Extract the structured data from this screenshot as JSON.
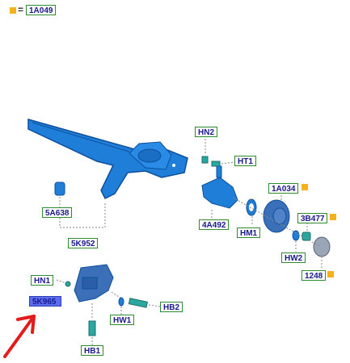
{
  "header": {
    "part_number": "1A049",
    "flag_color": "#f2b21b",
    "eq_sign": "="
  },
  "parts": {
    "hn2": "HN2",
    "ht1": "HT1",
    "a5a638": "5A638",
    "k5952": "5K952",
    "a4492": "4A492",
    "hm1": "HM1",
    "a1034": "1A034",
    "b3477": "3B477",
    "hw2": "HW2",
    "p1248": "1248",
    "hn1": "HN1",
    "k5965": "5K965",
    "hw1": "HW1",
    "hb2": "HB2",
    "hb1": "HB1"
  },
  "colors": {
    "axle": "#1f7fd8",
    "axle_dark": "#0e4f9c",
    "hub": "#3b6fb8",
    "nut": "#2aa7a0",
    "arrow": "#e21b1b",
    "leader": "#8a8a8a",
    "label_border": "#2e8b2e",
    "label_text": "#1a1a8c",
    "highlight": "#5a6cf0"
  },
  "marker": {
    "shape": "red-arrow"
  }
}
